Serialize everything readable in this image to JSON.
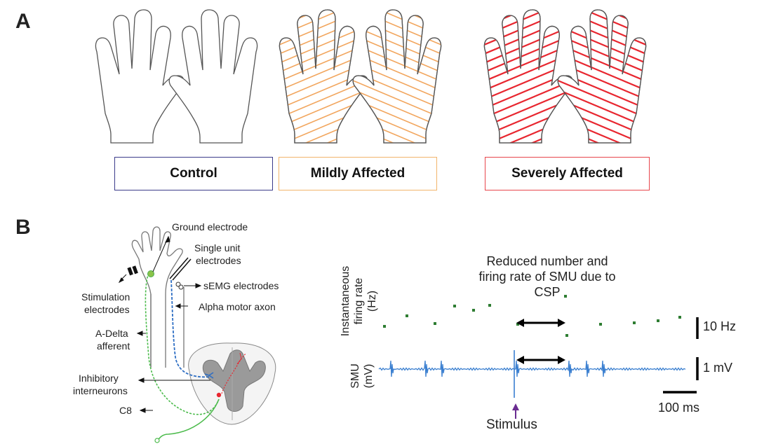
{
  "panel_a": {
    "letter": "A",
    "groups": [
      {
        "label": "Control",
        "border_color": "#3b3b8a",
        "hatch_color": ""
      },
      {
        "label": "Mildly Affected",
        "border_color": "#f2b56b",
        "hatch_color": "#f2a65e"
      },
      {
        "label": "Severely Affected",
        "border_color": "#e8464c",
        "hatch_color": "#e8262f"
      }
    ]
  },
  "panel_b": {
    "letter": "B",
    "diagram_labels": {
      "ground_electrode": "Ground electrode",
      "single_unit_1": "Single unit",
      "single_unit_2": "electrodes",
      "stimulation_1": "Stimulation",
      "stimulation_2": "electrodes",
      "semg": "sEMG electrodes",
      "alpha_motor": "Alpha motor axon",
      "adelta_1": "A-Delta",
      "adelta_2": "afferent",
      "inhibitory_1": "Inhibitory",
      "inhibitory_2": "interneurons",
      "c8": "C8"
    },
    "colors": {
      "afferent": "#4cbb4c",
      "motor": "#2f6fc4",
      "interneuron": "#e8262f",
      "trace": "#3a7fd0",
      "dots": "#2e7d32",
      "stimulus_arrow": "#6a2c91"
    },
    "recording": {
      "rate_axis_label_1": "Instantaneous",
      "rate_axis_label_2": "firing rate",
      "rate_axis_label_3": "(Hz)",
      "smu_axis_label_1": "SMU",
      "smu_axis_label_2": "(mV)",
      "annotation_1": "Reduced number and",
      "annotation_2": "firing rate of SMU due to",
      "annotation_3": "CSP",
      "scale_hz": "10 Hz",
      "scale_mv": "1 mV",
      "scale_ms": "100 ms",
      "stimulus": "Stimulus"
    }
  }
}
